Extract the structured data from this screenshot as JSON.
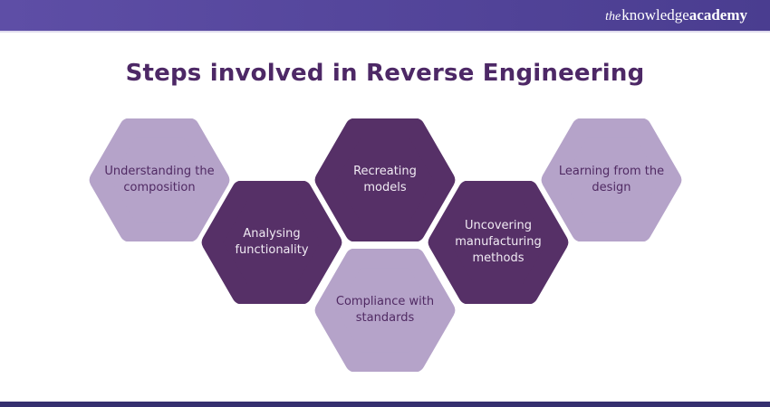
{
  "header": {
    "logo_the": "the",
    "logo_knowledge": "knowledge",
    "logo_academy": "academy"
  },
  "title": {
    "text": "Steps involved in Reverse Engineering"
  },
  "steps": [
    {
      "label": "Understanding the\ncomposition",
      "variant": "light"
    },
    {
      "label": "Analysing\nfunctionality",
      "variant": "dark"
    },
    {
      "label": "Recreating\nmodels",
      "variant": "dark"
    },
    {
      "label": "Compliance with\nstandards",
      "variant": "light"
    },
    {
      "label": "Uncovering\nmanufacturing\nmethods",
      "variant": "dark"
    },
    {
      "label": "Learning from the\ndesign",
      "variant": "light"
    }
  ],
  "colors": {
    "header_left": "#5e4ea6",
    "header_right": "#4a3d90",
    "title_text": "#4d2866",
    "hex_light_fill": "#b5a3c9",
    "hex_light_text": "#502a63",
    "hex_dark_fill": "#563067",
    "hex_dark_text": "#f0eaf3",
    "footer_bar": "#35306f",
    "logo_text": "#ffffff"
  }
}
